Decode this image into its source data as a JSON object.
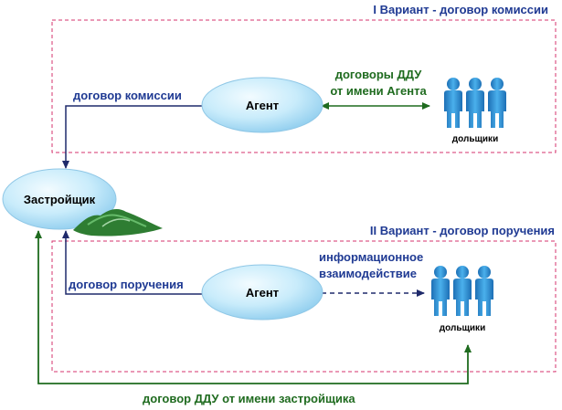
{
  "variant1": {
    "title": "I Вариант - договор комиссии",
    "commission_label": "договор комиссии",
    "ddu_label_line1": "договоры ДДУ",
    "ddu_label_line2": "от имени Агента",
    "agent_label": "Агент",
    "shareholders_label": "дольщики"
  },
  "variant2": {
    "title": "II Вариант - договор поручения",
    "assignment_label": "договор поручения",
    "info_label_line1": "информационное",
    "info_label_line2": "взаимодействие",
    "agent_label": "Агент",
    "shareholders_label": "дольщики"
  },
  "developer_label": "Застройщик",
  "ddu_developer_label": "договор ДДУ от имени застройщика",
  "colors": {
    "frame": "#d6336c",
    "navy_arrow": "#1f2a6b",
    "green_arrow": "#1f6b1f",
    "ellipse_fill": "#bfe6f7",
    "people": "#2b8fd1"
  }
}
